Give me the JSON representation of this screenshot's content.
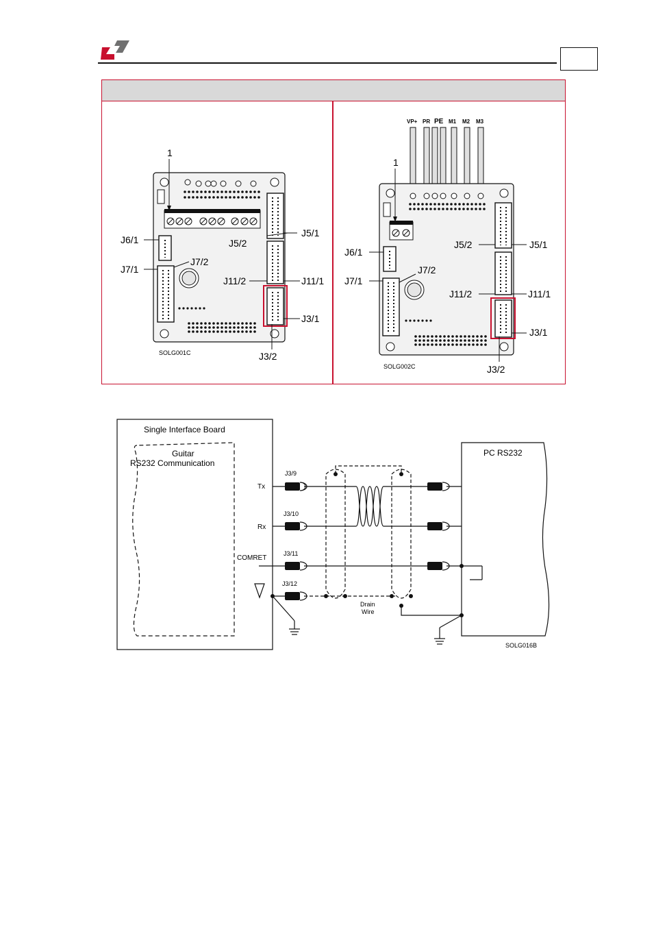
{
  "colors": {
    "accent_red": "#c8102e",
    "header_bar_fill": "#d9d9d9",
    "logo_grey": "#707070",
    "board_fill": "#f2f2f2",
    "ink": "#111111"
  },
  "header": {
    "logo_icon": "company-logo-icon",
    "page_number": ""
  },
  "panel_title": "",
  "board_left": {
    "pointer_1": "1",
    "labels": {
      "j6_1": "J6/1",
      "j7_1": "J7/1",
      "j7_2": "J7/2",
      "j5_2": "J5/2",
      "j5_1": "J5/1",
      "j11_2": "J11/2",
      "j11_1": "J11/1",
      "j3_1": "J3/1",
      "j3_2": "J3/2"
    },
    "figure_id": "SOLG001C"
  },
  "board_right": {
    "pointer_1": "1",
    "terminals": [
      "VP+",
      "PR",
      "PE",
      "M1",
      "M2",
      "M3"
    ],
    "labels": {
      "j6_1": "J6/1",
      "j7_1": "J7/1",
      "j7_2": "J7/2",
      "j5_2": "J5/2",
      "j5_1": "J5/1",
      "j11_2": "J11/2",
      "j11_1": "J11/1",
      "j3_1": "J3/1",
      "j3_2": "J3/2"
    },
    "figure_id": "SOLG002C"
  },
  "wiring": {
    "board_title": "Single Interface Board",
    "inner_title_1": "Guitar",
    "inner_title_2": "RS232 Communication",
    "signals": [
      "Tx",
      "Rx",
      "COMRET"
    ],
    "pins": [
      "J3/9",
      "J3/10",
      "J3/11",
      "J3/12"
    ],
    "pc_title": "PC RS232",
    "drain_1": "Drain",
    "drain_2": "Wire",
    "figure_id": "SOLG016B"
  }
}
